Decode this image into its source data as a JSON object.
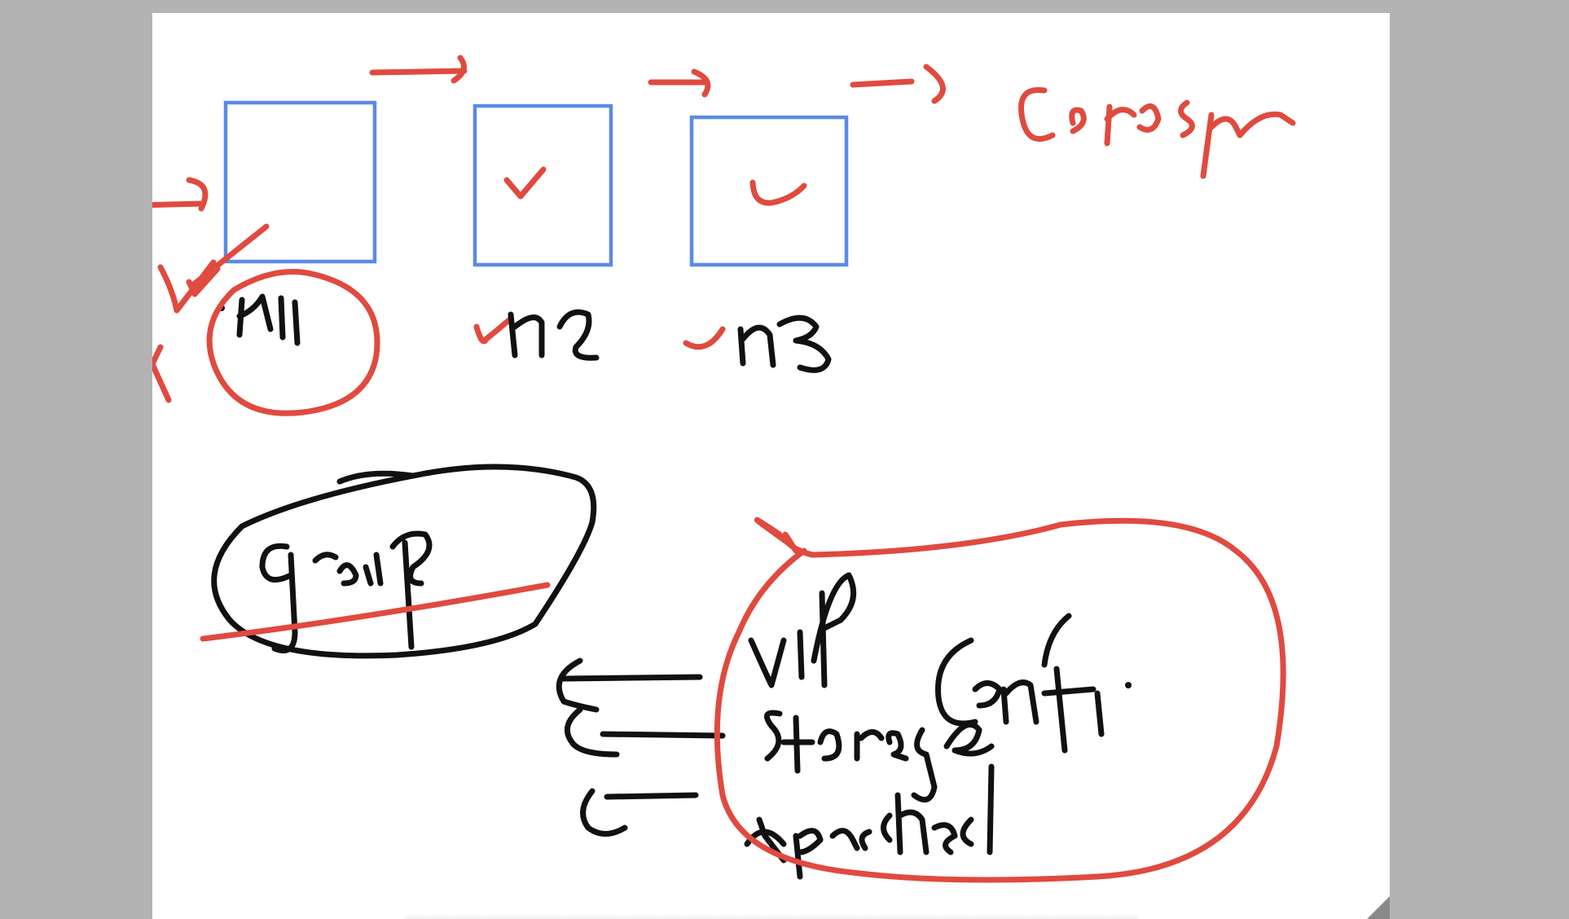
{
  "colors": {
    "background": "#b3b3b3",
    "canvas": "#ffffff",
    "ink_black": "#111111",
    "ink_red": "#e04a3f",
    "box_blue": "#5a8ae8"
  },
  "sketch": {
    "description_free": true,
    "boxes": [
      {
        "id": "m1",
        "checked": false
      },
      {
        "id": "m2",
        "checked": true
      },
      {
        "id": "m3",
        "checked": true
      }
    ]
  }
}
